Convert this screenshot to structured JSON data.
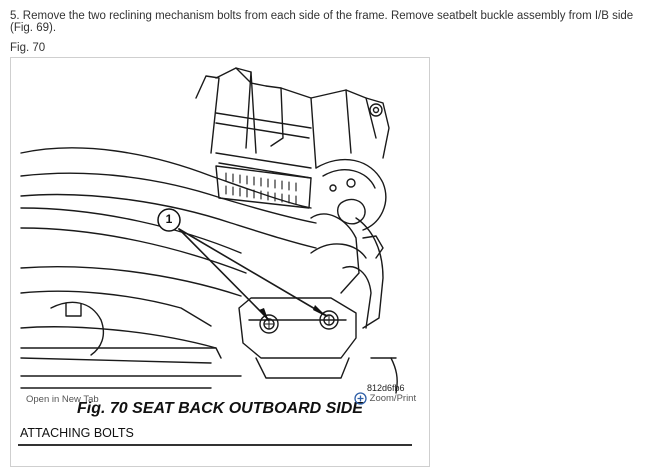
{
  "instruction": {
    "text": "5. Remove the two reclining mechanism bolts from each side of the frame. Remove seatbelt buckle assembly from I/B side (Fig. 69)."
  },
  "figure": {
    "label": "Fig. 70",
    "callout": "1",
    "image_code": "812d6fb6",
    "caption": "Fig. 70 SEAT BACK OUTBOARD SIDE",
    "legend": "ATTACHING BOLTS"
  },
  "toolbar": {
    "left_text": "Open in New Tab",
    "zoom_text": "Zoom/Print",
    "zoom_icon": "zoom-icon"
  }
}
